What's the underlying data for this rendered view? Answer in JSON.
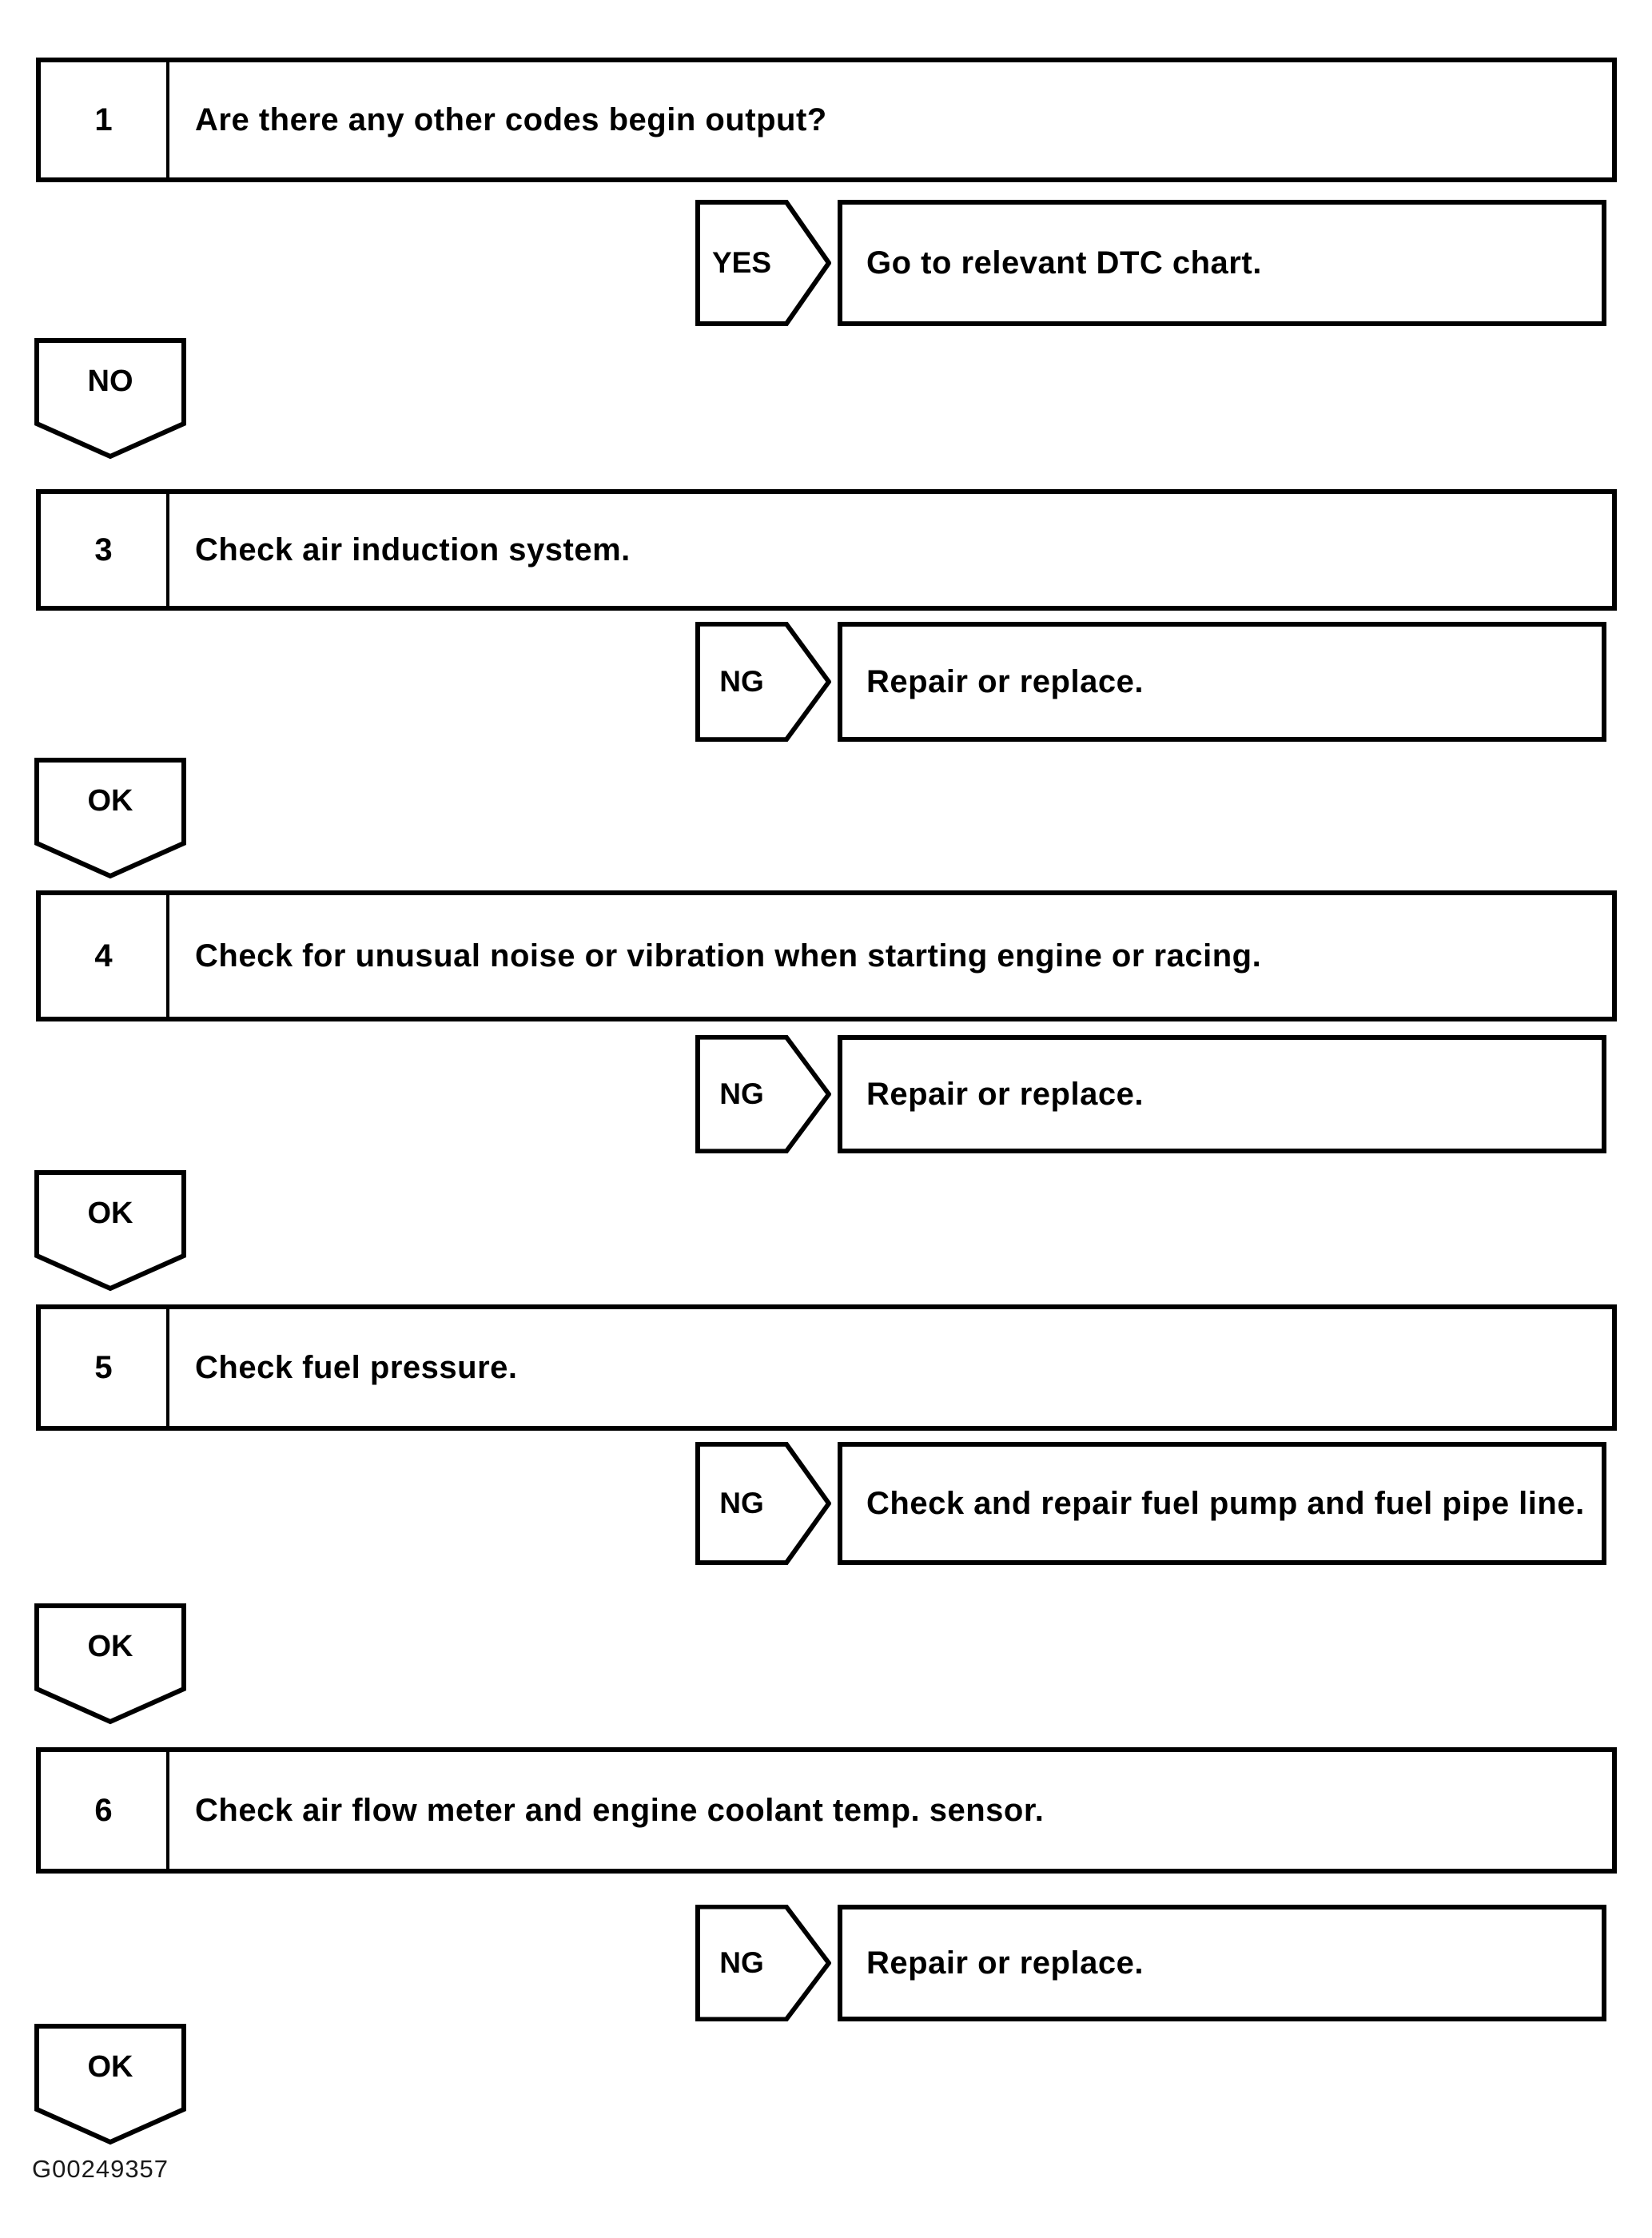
{
  "flow": {
    "steps": [
      {
        "number": "1",
        "text": "Are there any other codes begin output?"
      },
      {
        "number": "3",
        "text": "Check air induction system."
      },
      {
        "number": "4",
        "text": "Check for unusual noise or vibration when starting engine or racing."
      },
      {
        "number": "5",
        "text": "Check fuel pressure."
      },
      {
        "number": "6",
        "text": "Check air flow meter and engine coolant temp. sensor."
      }
    ],
    "branches": [
      {
        "label": "YES",
        "result": "Go to relevant DTC chart."
      },
      {
        "label": "NG",
        "result": "Repair or replace."
      },
      {
        "label": "NG",
        "result": "Repair or replace."
      },
      {
        "label": "NG",
        "result": "Check and repair fuel pump and fuel pipe line."
      },
      {
        "label": "NG",
        "result": "Repair or replace."
      }
    ],
    "connectors": [
      "NO",
      "OK",
      "OK",
      "OK",
      "OK"
    ],
    "figure_id": "G00249357",
    "ink_color": "#000000",
    "background_color": "#ffffff"
  }
}
